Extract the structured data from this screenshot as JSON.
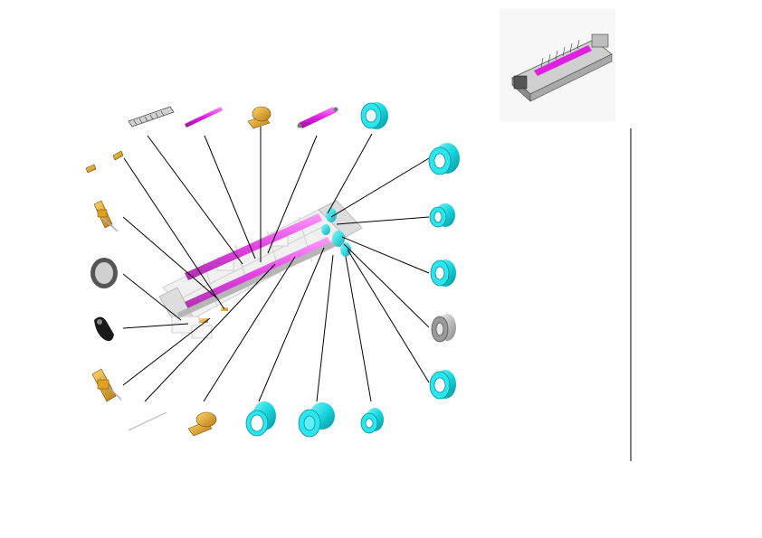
{
  "diagram": {
    "kind": "exploded parts view",
    "highlight_colors": {
      "roller": "#e020e0",
      "bushing": "#19d6e0",
      "thermostat": "#e0a020",
      "connector": "#e0a020",
      "frame": "#b8b8b8"
    },
    "parts": [
      {
        "name": "rail-comb",
        "group": "top"
      },
      {
        "name": "rod-magenta",
        "group": "top"
      },
      {
        "name": "thermostat-top",
        "group": "top"
      },
      {
        "name": "shaft-magenta",
        "group": "top"
      },
      {
        "name": "bearing-top",
        "group": "top"
      },
      {
        "name": "clip-small-1",
        "group": "left"
      },
      {
        "name": "clip-small-2",
        "group": "left"
      },
      {
        "name": "connector-pin-1",
        "group": "left"
      },
      {
        "name": "seal-ring",
        "group": "left"
      },
      {
        "name": "cam-black",
        "group": "left"
      },
      {
        "name": "connector-pin-2",
        "group": "left"
      },
      {
        "name": "wire-thin",
        "group": "bottom"
      },
      {
        "name": "thermostat-bottom",
        "group": "bottom"
      },
      {
        "name": "bushing-flange",
        "group": "bottom"
      },
      {
        "name": "sleeve-large",
        "group": "bottom"
      },
      {
        "name": "bushing-small",
        "group": "bottom"
      },
      {
        "name": "bearing-right-1",
        "group": "right"
      },
      {
        "name": "bushing-right",
        "group": "right"
      },
      {
        "name": "bearing-right-2",
        "group": "right"
      },
      {
        "name": "gear-grey",
        "group": "right"
      },
      {
        "name": "bearing-right-3",
        "group": "right"
      }
    ]
  }
}
